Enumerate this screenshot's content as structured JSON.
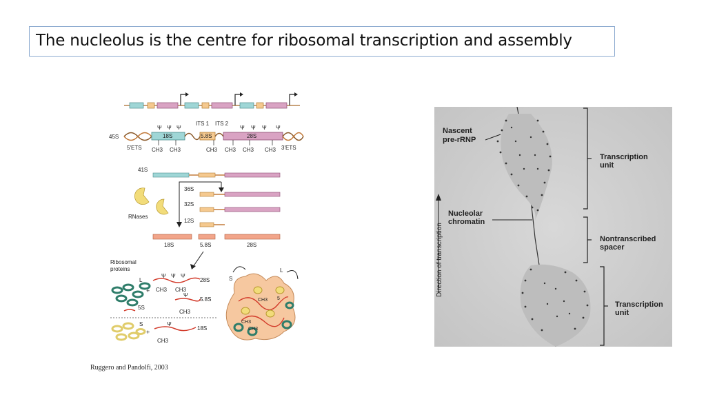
{
  "slide": {
    "title": "The nucleolus is the centre for ribosomal transcription and assembly",
    "citation": "Ruggero and Pandolfi, 2003"
  },
  "left_figure": {
    "its1": "ITS 1",
    "its2": "ITS 2",
    "pre_45s": "45S",
    "ets5": "5'ETS",
    "ets3": "3'ETS",
    "seg_18s": "18S",
    "seg_58s": "5.8S",
    "seg_28s": "28S",
    "ch3": "CH3",
    "psi": "Ψ",
    "inter_41s": "41S",
    "inter_36s": "36S",
    "inter_32s": "32S",
    "inter_12s": "12S",
    "rnases": "RNases",
    "final_18s": "18S",
    "final_58s": "5.8S",
    "final_28s": "28S",
    "ribosomal_proteins_line1": "Ribosomal",
    "ribosomal_proteins_line2": "proteins",
    "large_subunit": "L",
    "small_subunit": "S",
    "plus": "+",
    "r5s": "5S",
    "r28s": "28S",
    "r58s": "5.8S",
    "r18s": "18S",
    "sub_ch3_1": "CH3",
    "sub_5": "5",
    "colors": {
      "seg18s": "#9fd6d6",
      "seg58s": "#f5c98f",
      "seg28s": "#d9a3c3",
      "rna_red": "#d23a2a",
      "protein_green": "#2f7d6a",
      "protein_yellow": "#e9d98a",
      "blob": "#f6c8a0"
    }
  },
  "right_figure": {
    "nascent_line1": "Nascent",
    "nascent_line2": "pre-rRNP",
    "nucleolar_line1": "Nucleolar",
    "nucleolar_line2": "chromatin",
    "direction": "Direction of transcription",
    "tu1_line1": "Transcription",
    "tu1_line2": "unit",
    "spacer_line1": "Nontranscribed",
    "spacer_line2": "spacer",
    "tu2_line1": "Transcription",
    "tu2_line2": "unit"
  }
}
